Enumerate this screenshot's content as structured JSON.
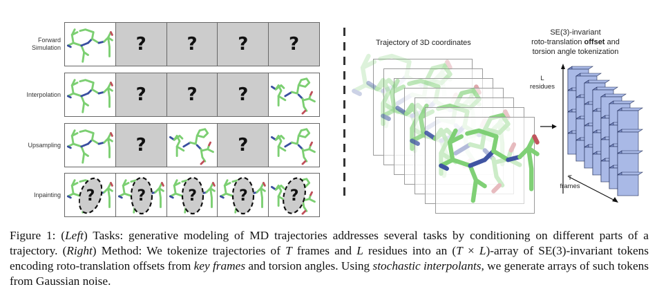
{
  "left_panel": {
    "rows": [
      {
        "label_lines": [
          "Forward",
          "Simulation"
        ],
        "cells": [
          "mol",
          "?",
          "?",
          "?",
          "?"
        ]
      },
      {
        "label_lines": [
          "Interpolation"
        ],
        "cells": [
          "mol",
          "?",
          "?",
          "?",
          "mol"
        ]
      },
      {
        "label_lines": [
          "Upsampling"
        ],
        "cells": [
          "mol",
          "?",
          "mol",
          "?",
          "mol"
        ]
      },
      {
        "label_lines": [
          "Inpainting"
        ],
        "cells": [
          "masked-mol",
          "masked-mol",
          "masked-mol",
          "masked-mol",
          "masked-mol"
        ]
      }
    ],
    "mask_symbol": "?"
  },
  "right_panel": {
    "trajectory_title": "Trajectory of 3D coordinates",
    "token_title_line1": "SE(3)-invariant",
    "token_title_line2_pre": "roto-translation ",
    "token_title_line2_bold": "offset",
    "token_title_line2_post": " and",
    "token_title_line3": "torsion angle tokenization",
    "l_axis_symbol": "L",
    "l_axis_label": "residues",
    "t_axis_symbol": "T",
    "t_axis_label": "frames",
    "grid": {
      "frames": 7,
      "residues": 4
    }
  },
  "caption": {
    "prefix": "Figure 1: (",
    "left": "Left",
    "part1": ") Tasks: generative modeling of MD trajectories addresses several tasks by conditioning on different parts of a trajectory. (",
    "right": "Right",
    "part2": ") Method: We tokenize trajectories of ",
    "T": "T",
    "part3": " frames and ",
    "L": "L",
    "part4": " residues into an (",
    "T2": "T",
    "times": " × ",
    "L2": "L",
    "part5": ")-array of SE(3)-invariant tokens encoding roto-translation offsets from ",
    "key_frames": "key frames",
    "part6": " and torsion angles. Using ",
    "stochastic": "stochastic interpolants",
    "part7": ", we generate arrays of such tokens from Gaussian noise."
  },
  "colors": {
    "carbon": "#7ccf72",
    "nitrogen": "#3a4fa0",
    "oxygen": "#c0505a",
    "mask_gray": "#cccccc",
    "cube_face": "#a9b9e6",
    "cube_side": "#7d8fc8",
    "cube_edge": "#1f2a55"
  }
}
